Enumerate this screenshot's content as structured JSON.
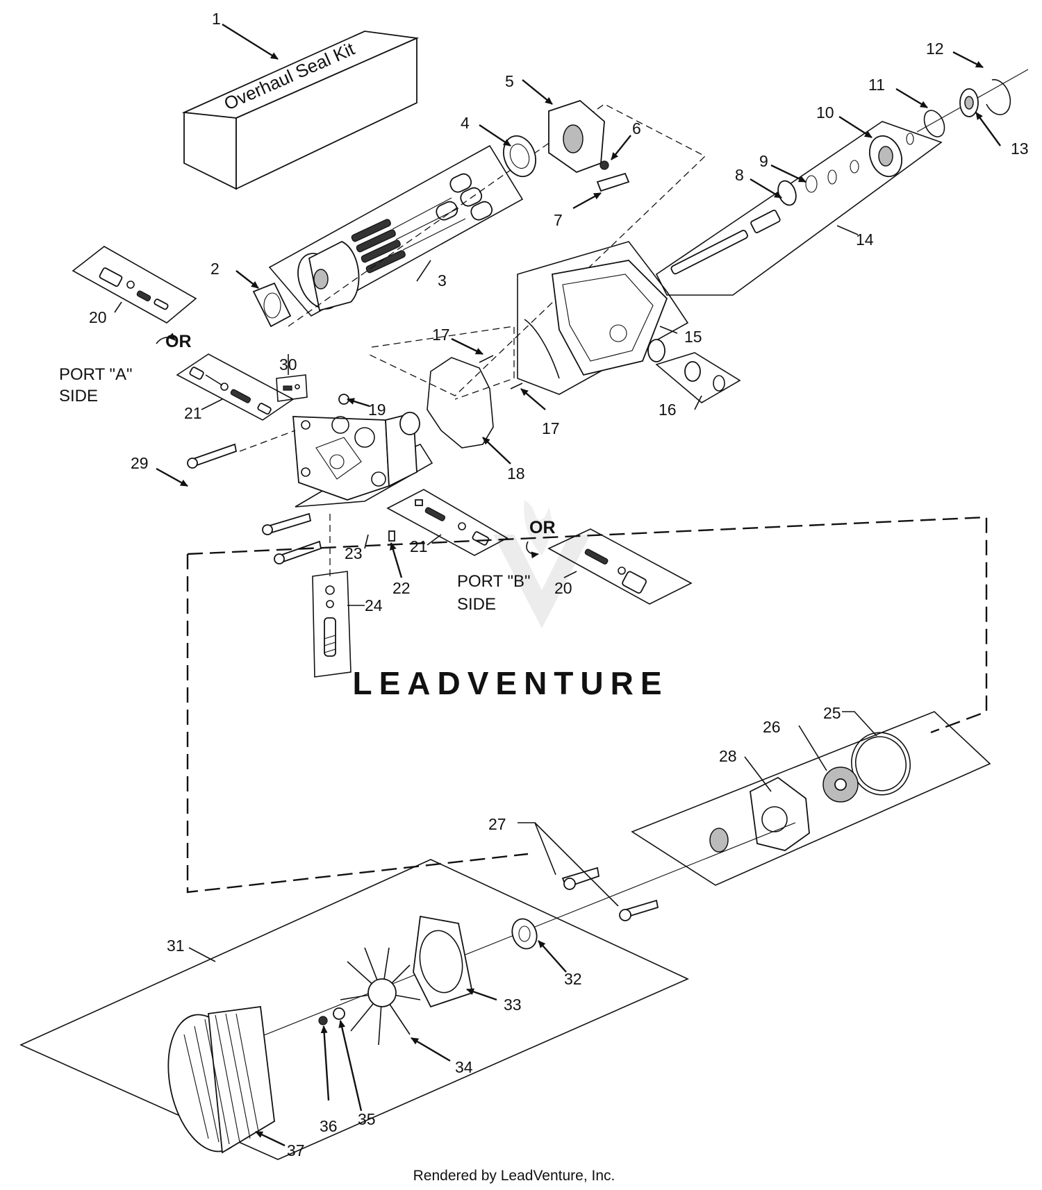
{
  "kit_label": "Overhaul Seal Kit",
  "callouts": {
    "c1": "1",
    "c2": "2",
    "c3": "3",
    "c4": "4",
    "c5": "5",
    "c6": "6",
    "c7": "7",
    "c8": "8",
    "c9": "9",
    "c10": "10",
    "c11": "11",
    "c12": "12",
    "c13": "13",
    "c14": "14",
    "c15": "15",
    "c16": "16",
    "c17a": "17",
    "c17b": "17",
    "c18": "18",
    "c19": "19",
    "c20a": "20",
    "c20b": "20",
    "c21a": "21",
    "c21b": "21",
    "c22": "22",
    "c23": "23",
    "c24": "24",
    "c25": "25",
    "c26": "26",
    "c27": "27",
    "c28": "28",
    "c29": "29",
    "c30": "30",
    "c31": "31",
    "c32": "32",
    "c33": "33",
    "c34": "34",
    "c35": "35",
    "c36": "36",
    "c37": "37"
  },
  "port_a": {
    "line1": "PORT \"A\"",
    "line2": "SIDE",
    "or": "OR"
  },
  "port_b": {
    "line1": "PORT \"B\"",
    "line2": "SIDE",
    "or": "OR"
  },
  "watermark": "LEADVENTURE",
  "footer": "Rendered by LeadVenture, Inc."
}
